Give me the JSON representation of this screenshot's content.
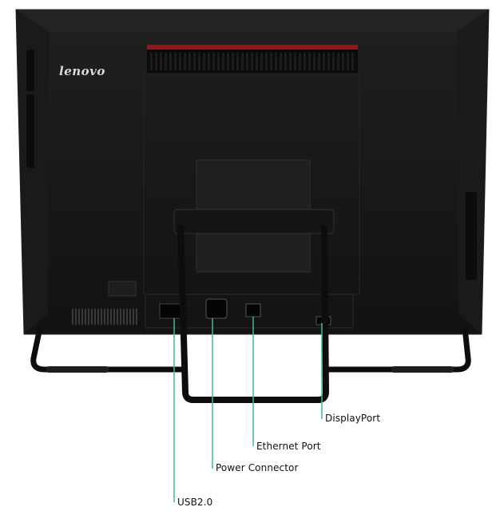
{
  "brand": {
    "logo_text": "lenovo"
  },
  "callouts": [
    {
      "id": "displayport",
      "label": "DisplayPort"
    },
    {
      "id": "ethernet",
      "label": "Ethernet Port"
    },
    {
      "id": "power",
      "label": "Power Connector"
    },
    {
      "id": "usb",
      "label": "USB2.0"
    }
  ],
  "colors": {
    "body": "#161616",
    "body_edge": "#2a2a2a",
    "accent_red": "#8b1a1a",
    "leader_line": "#3cbf8a",
    "stand": "#0d0d0d"
  }
}
